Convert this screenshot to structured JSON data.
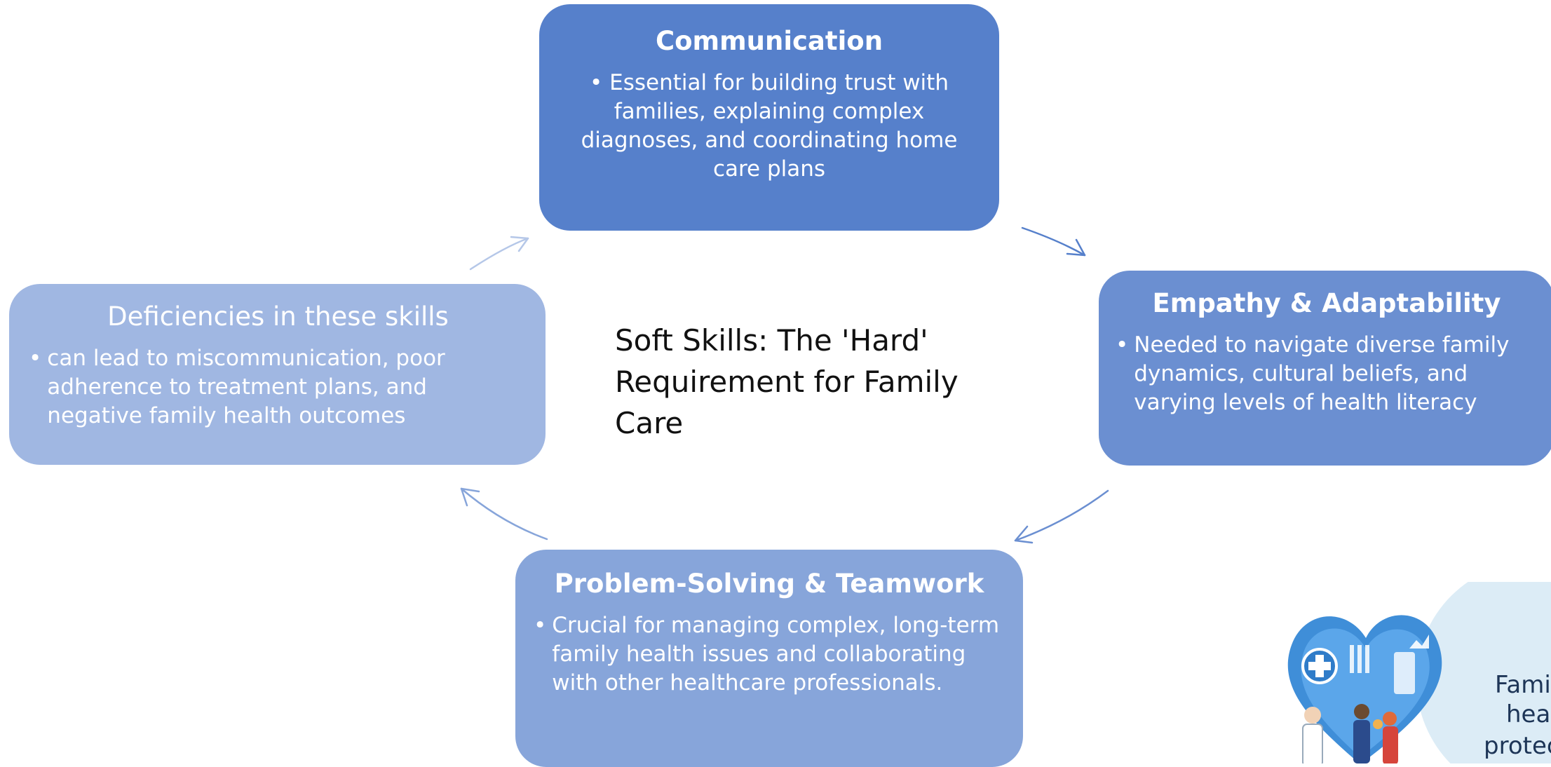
{
  "center_title": "Soft Skills: The 'Hard' Requirement for Family Care",
  "cards": {
    "communication": {
      "title": "Communication",
      "bullet": "Essential for building trust with families, explaining complex diagnoses, and coordinating home care plans"
    },
    "empathy": {
      "title": "Empathy & Adaptability",
      "bullet": "Needed to navigate diverse family dynamics, cultural beliefs, and varying levels of health literacy"
    },
    "problem": {
      "title": "Problem-Solving & Teamwork",
      "bullet": "Crucial for managing complex, long-term family health issues and collaborating with other healthcare professionals."
    },
    "deficiency": {
      "title": "Deficiencies in these skills",
      "bullet": "can lead to miscommunication, poor adherence to treatment plans, and negative family health outcomes"
    }
  },
  "illustration": {
    "text_fragment": "Family health protection"
  },
  "colors": {
    "communication": "#5680cb",
    "empathy": "#6b8fd1",
    "problem": "#87a5da",
    "deficiency": "#a0b7e2"
  }
}
